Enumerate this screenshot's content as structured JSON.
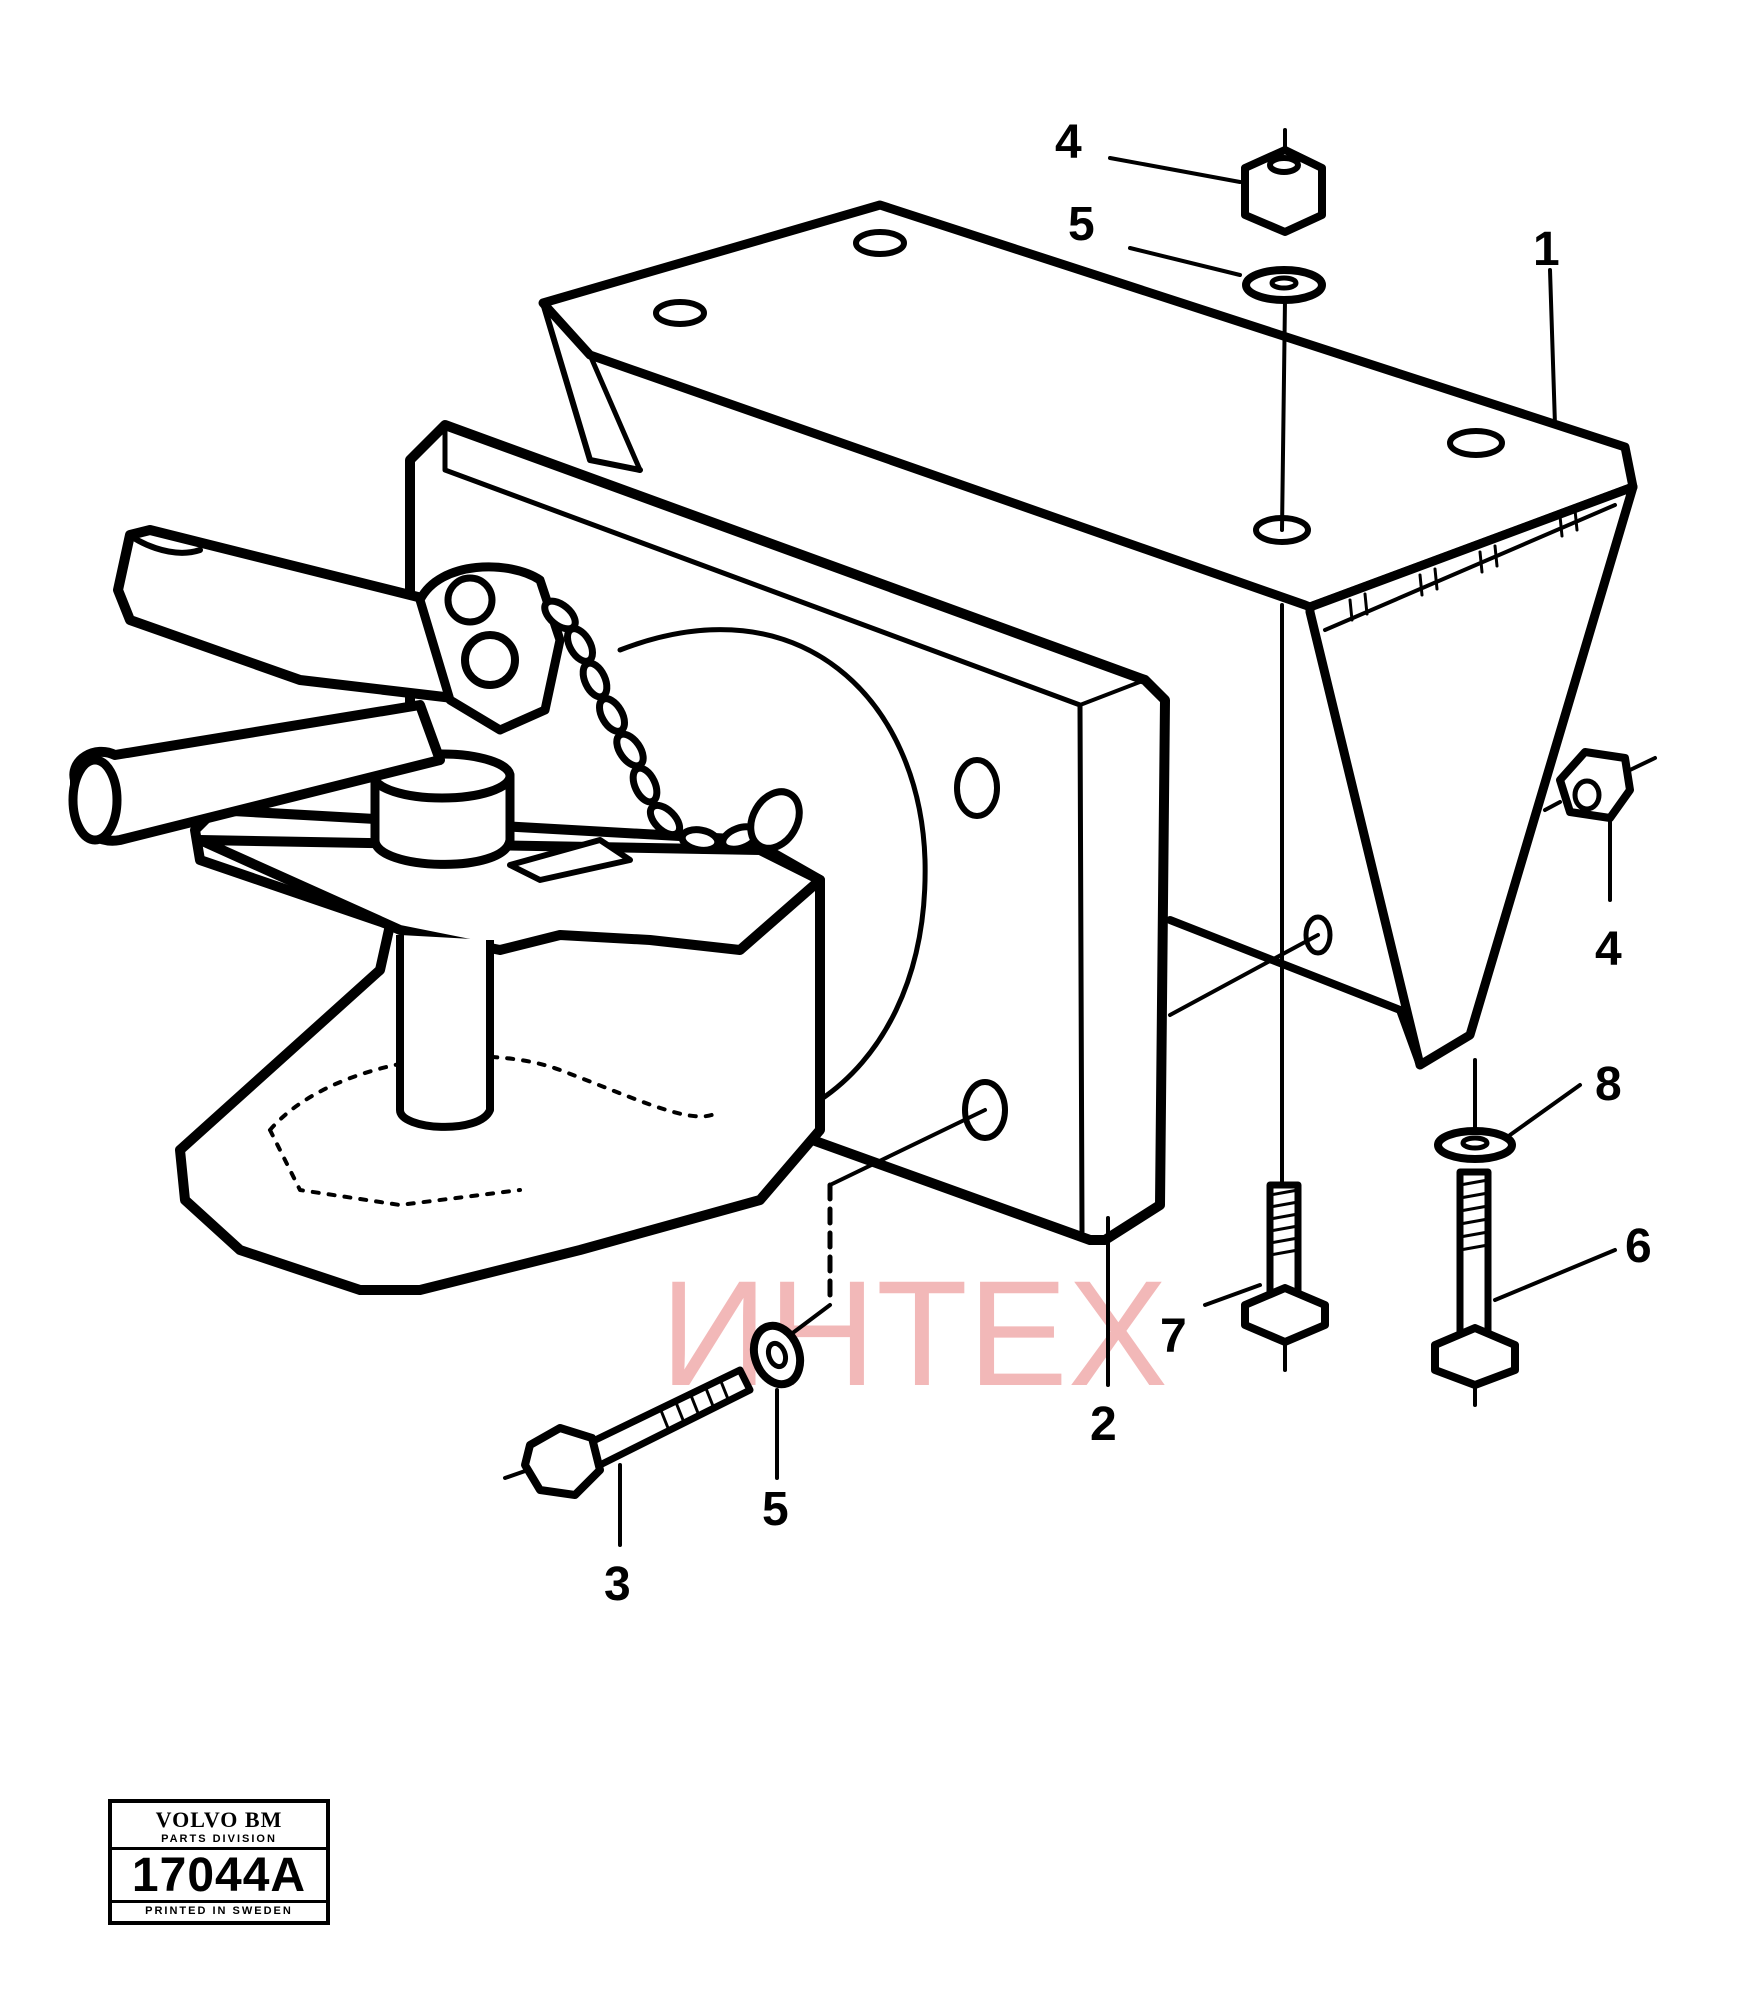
{
  "callouts": [
    {
      "id": "c4a",
      "label": "4"
    },
    {
      "id": "c5a",
      "label": "5"
    },
    {
      "id": "c1",
      "label": "1"
    },
    {
      "id": "c4b",
      "label": "4"
    },
    {
      "id": "c8",
      "label": "8"
    },
    {
      "id": "c6",
      "label": "6"
    },
    {
      "id": "c7",
      "label": "7"
    },
    {
      "id": "c2",
      "label": "2"
    },
    {
      "id": "c5b",
      "label": "5"
    },
    {
      "id": "c3",
      "label": "3"
    }
  ],
  "watermark": {
    "text": "ИНТЕХ",
    "color": "#f2b8b8"
  },
  "plate": {
    "brand": "VOLVO BM",
    "division": "PARTS DIVISION",
    "number": "17044A",
    "printed": "PRINTED IN SWEDEN"
  }
}
